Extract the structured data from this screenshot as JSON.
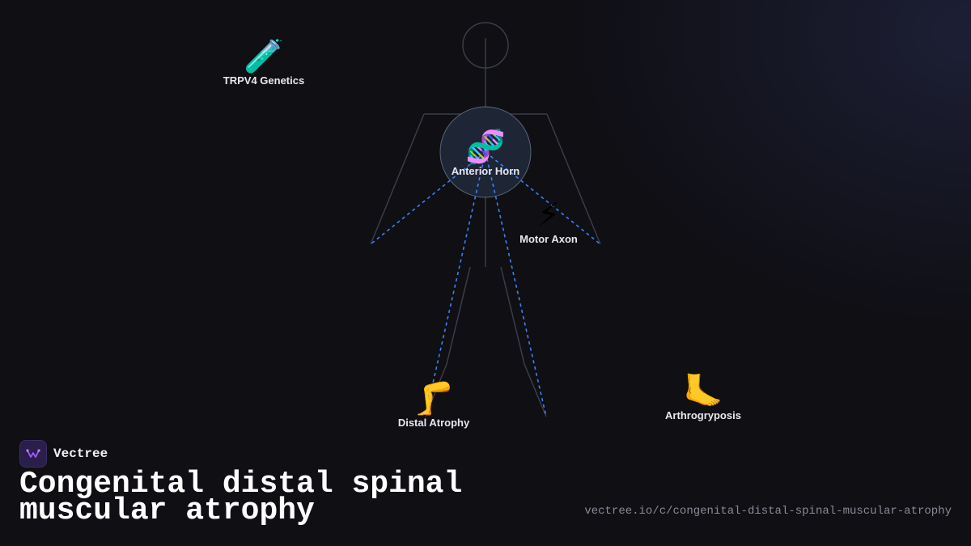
{
  "nodes": {
    "genetics": {
      "label": "TRPV4 Genetics",
      "icon": "test-tube-icon",
      "glyph": "🧪"
    },
    "anterior_horn": {
      "label": "Anterior Horn",
      "icon": "dna-icon",
      "glyph": "🧬"
    },
    "motor_axon": {
      "label": "Motor Axon",
      "icon": "lightning-icon",
      "glyph": "⚡"
    },
    "distal_atrophy": {
      "label": "Distal Atrophy",
      "icon": "leg-icon",
      "glyph": "🦵"
    },
    "arthrogryposis": {
      "label": "Arthrogryposis",
      "icon": "foot-icon",
      "glyph": "🦶"
    }
  },
  "brand": {
    "name": "Vectree",
    "icon": "vectree-logo-icon"
  },
  "title": "Congenital distal spinal muscular atrophy",
  "url": "vectree.io/c/congenital-distal-spinal-muscular-atrophy",
  "colors": {
    "background": "#0f0f14",
    "figure_outline": "#3a3d48",
    "connector": "#3b82f6",
    "focus_circle": "#1e2535"
  }
}
